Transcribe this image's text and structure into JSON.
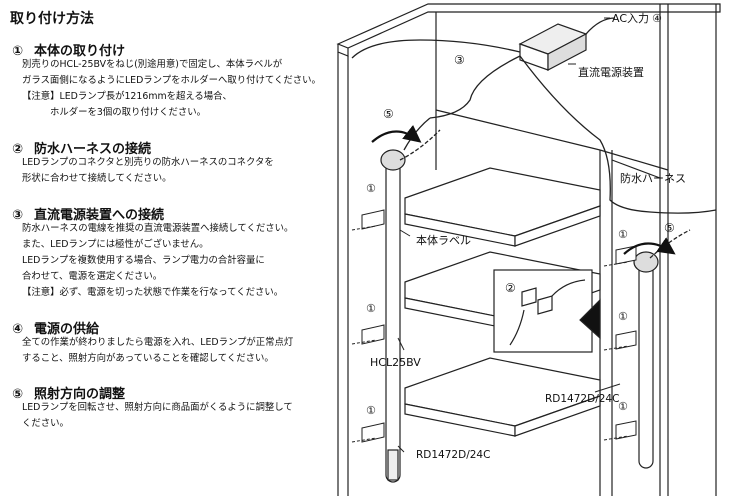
{
  "title": "取り付け方法",
  "steps": [
    {
      "num": "①",
      "heading": "本体の取り付け",
      "lines": [
        "別売りのHCL-25BVをねじ(別途用意)で固定し、本体ラベルが",
        "ガラス面側になるようにLEDランプをホルダーへ取り付けてください。",
        "【注意】LEDランプ長が1216mmを超える場合、",
        "ホルダーを3個の取り付けください。"
      ]
    },
    {
      "num": "②",
      "heading": "防水ハーネスの接続",
      "lines": [
        "LEDランプのコネクタと別売りの防水ハーネスのコネクタを",
        "形状に合わせて接続してください。"
      ]
    },
    {
      "num": "③",
      "heading": "直流電源装置への接続",
      "lines": [
        "防水ハーネスの電線を推奨の直流電源装置へ接続してください。",
        "また、LEDランプには極性がございません。",
        "LEDランプを複数使用する場合、ランプ電力の合計容量に",
        "合わせて、電源を選定ください。",
        "【注意】必ず、電源を切った状態で作業を行なってください。"
      ]
    },
    {
      "num": "④",
      "heading": "電源の供給",
      "lines": [
        "全ての作業が終わりましたら電源を入れ、LEDランプが正常点灯",
        "すること、照射方向があっていることを確認してください。"
      ]
    },
    {
      "num": "⑤",
      "heading": "照射方向の調整",
      "lines": [
        "LEDランプを回転させ、照射方向に商品面がくるように調整して",
        "ください。"
      ]
    }
  ],
  "diagram": {
    "ac_input": "AC入力",
    "ac_num": "④",
    "power_supply": "直流電源装置",
    "harness": "防水ハーネス",
    "body_label": "本体ラベル",
    "holder_model": "HCL25BV",
    "lamp_model_left": "RD1472D/24C",
    "lamp_model_right": "RD1472D/24C",
    "marker_1": "①",
    "marker_2": "②",
    "marker_3": "③",
    "marker_5": "⑤"
  }
}
